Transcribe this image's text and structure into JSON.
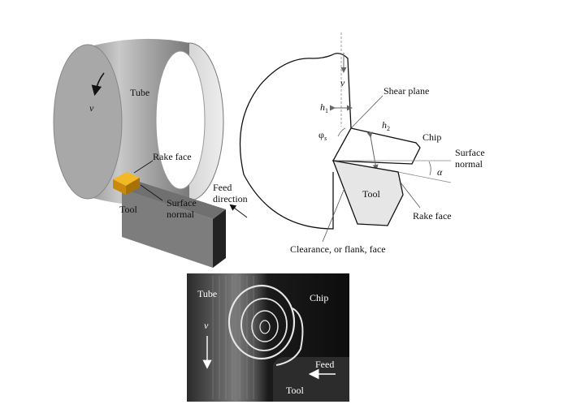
{
  "left_diagram": {
    "tube_label": "Tube",
    "velocity_symbol": "v",
    "rake_face_label": "Rake face",
    "tool_label": "Tool",
    "surface_normal_line1": "Surface",
    "surface_normal_line2": "normal",
    "feed_line1": "Feed",
    "feed_line2": "direction",
    "tool_color": "#e3a312",
    "tube_color": "#9a9a9a"
  },
  "right_diagram": {
    "velocity_symbol": "v",
    "shear_plane_label": "Shear plane",
    "h1_label": "h1",
    "h2_label": "h2",
    "phi_label": "φs",
    "chip_label": "Chip",
    "surface_normal_line1": "Surface",
    "surface_normal_line2": "normal",
    "alpha_label": "α",
    "tool_label": "Tool",
    "rake_face_label": "Rake face",
    "clearance_label": "Clearance, or flank, face",
    "tool_fill": "#e6e6e6"
  },
  "photo": {
    "tube_label": "Tube",
    "velocity_symbol": "v",
    "chip_label": "Chip",
    "feed_label": "Feed",
    "tool_label": "Tool"
  }
}
